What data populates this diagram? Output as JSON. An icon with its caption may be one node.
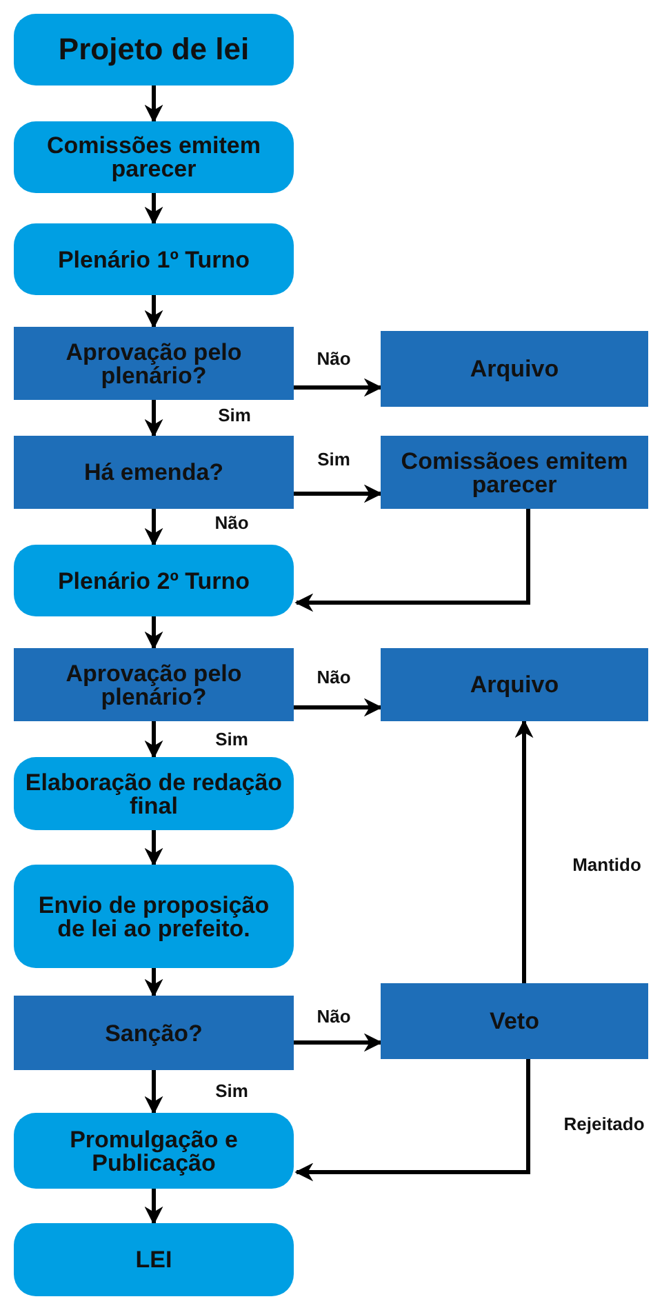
{
  "diagram": {
    "nodes": [
      {
        "text": [
          "Projeto de lei"
        ]
      },
      {
        "text": [
          "Comissões emitem parecer"
        ]
      },
      {
        "text": [
          "Plenário 1º Turno"
        ]
      },
      {
        "text": [
          "Aprovação pelo plenário?"
        ]
      },
      {
        "text": [
          "Arquivo"
        ]
      },
      {
        "text": [
          "Há emenda?"
        ]
      },
      {
        "text": [
          "Comissãoes emitem parecer"
        ]
      },
      {
        "text": [
          "Plenário 2º Turno"
        ]
      },
      {
        "text": [
          "Aprovação pelo plenário?"
        ]
      },
      {
        "text": [
          "Arquivo"
        ]
      },
      {
        "text": [
          "Elaboração de redação final"
        ]
      },
      {
        "text": [
          "Envio de proposição de lei ao prefeito."
        ]
      },
      {
        "text": [
          "Sanção?"
        ]
      },
      {
        "text": [
          "Veto"
        ]
      },
      {
        "text": [
          "Promulgação e Publicação"
        ]
      },
      {
        "text": [
          "LEI"
        ]
      }
    ],
    "edges": [
      {
        "from": 0,
        "to": 1,
        "arrow": "to"
      },
      {
        "from": 1,
        "to": 2,
        "arrow": "to"
      },
      {
        "from": 2,
        "to": 3,
        "arrow": "to"
      },
      {
        "from": 3,
        "to": 4,
        "arrow": "to",
        "label": "Não"
      },
      {
        "from": 3,
        "to": 5,
        "arrow": "to",
        "label": "Sim"
      },
      {
        "from": 5,
        "to": 6,
        "arrow": "to",
        "label": "Sim"
      },
      {
        "from": 5,
        "to": 7,
        "arrow": "to",
        "label": "Não"
      },
      {
        "from": 6,
        "to": 7,
        "arrow": "to"
      },
      {
        "from": 7,
        "to": 8,
        "arrow": "to"
      },
      {
        "from": 8,
        "to": 9,
        "arrow": "to",
        "label": "Não"
      },
      {
        "from": 8,
        "to": 10,
        "arrow": "to",
        "label": "Sim"
      },
      {
        "from": 10,
        "to": 11,
        "arrow": "to"
      },
      {
        "from": 11,
        "to": 12,
        "arrow": "to"
      },
      {
        "from": 12,
        "to": 13,
        "arrow": "to",
        "label": "Não"
      },
      {
        "from": 12,
        "to": 14,
        "arrow": "to",
        "label": "Sim"
      },
      {
        "from": 13,
        "to": 9,
        "arrow": "to",
        "label": "Mantido"
      },
      {
        "from": 13,
        "to": 14,
        "arrow": "to",
        "label": "Rejeitado"
      },
      {
        "from": 14,
        "to": 15,
        "arrow": "to"
      }
    ]
  }
}
